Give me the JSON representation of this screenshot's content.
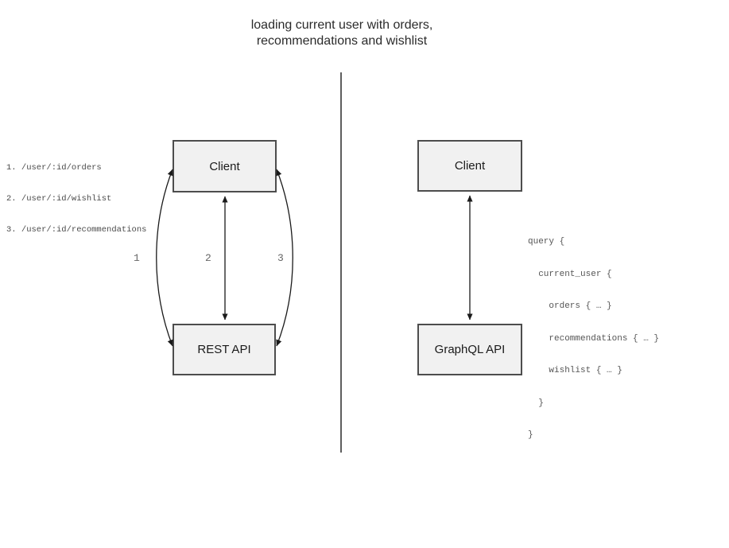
{
  "title": {
    "line1": "loading current user with orders,",
    "line2": "recommendations and wishlist"
  },
  "colors": {
    "box_fill": "#f1f1f1",
    "box_border": "#4d4d4d",
    "arrow": "#1a1a1a",
    "divider": "#5e5e5e",
    "code_text": "#555555",
    "arrow_label_text": "#666666",
    "title_text": "#2b2b2b"
  },
  "left_panel": {
    "endpoints": [
      "1. /user/:id/orders",
      "2. /user/:id/wishlist",
      "3. /user/:id/recommendations"
    ],
    "client_label": "Client",
    "api_label": "REST API",
    "arrow_labels": [
      "1",
      "2",
      "3"
    ]
  },
  "right_panel": {
    "client_label": "Client",
    "api_label": "GraphQL API",
    "query_lines": [
      "query {",
      "  current_user {",
      "    orders { … }",
      "    recommendations { … }",
      "    wishlist { … }",
      "  }",
      "}"
    ]
  }
}
